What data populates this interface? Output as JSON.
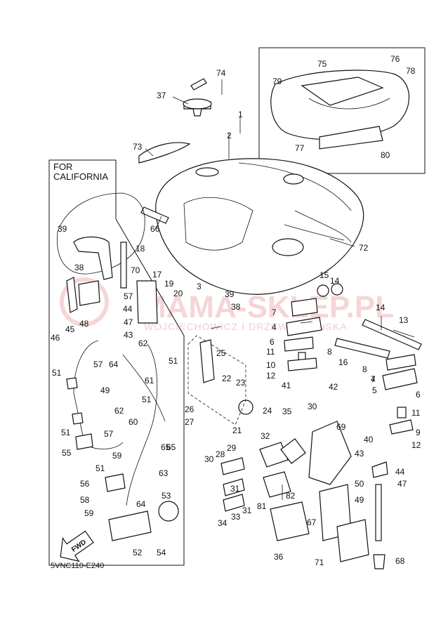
{
  "diagram": {
    "inset_title_line1": "FOR",
    "inset_title_line2": "CALIFORNIA",
    "drawing_code": "5VNC110-E240",
    "direction_label": "FWD",
    "watermark_main": "MAMA-SKLEP.PL",
    "watermark_sub": "WOJCIECHOWICZ I DRZEWOSZYNSKA",
    "callouts": [
      {
        "id": "c1",
        "text": "1"
      },
      {
        "id": "c2",
        "text": "2"
      },
      {
        "id": "c3",
        "text": "3"
      },
      {
        "id": "c4",
        "text": "4"
      },
      {
        "id": "c4b",
        "text": "4"
      },
      {
        "id": "c5",
        "text": "5"
      },
      {
        "id": "c6",
        "text": "6"
      },
      {
        "id": "c6b",
        "text": "6"
      },
      {
        "id": "c7",
        "text": "7"
      },
      {
        "id": "c7b",
        "text": "7"
      },
      {
        "id": "c8",
        "text": "8"
      },
      {
        "id": "c8b",
        "text": "8"
      },
      {
        "id": "c9",
        "text": "9"
      },
      {
        "id": "c10",
        "text": "10"
      },
      {
        "id": "c11",
        "text": "11"
      },
      {
        "id": "c11b",
        "text": "11"
      },
      {
        "id": "c12",
        "text": "12"
      },
      {
        "id": "c12b",
        "text": "12"
      },
      {
        "id": "c13",
        "text": "13"
      },
      {
        "id": "c14",
        "text": "14"
      },
      {
        "id": "c14b",
        "text": "14"
      },
      {
        "id": "c15",
        "text": "15"
      },
      {
        "id": "c16",
        "text": "16"
      },
      {
        "id": "c17",
        "text": "17"
      },
      {
        "id": "c18",
        "text": "18"
      },
      {
        "id": "c19",
        "text": "19"
      },
      {
        "id": "c20",
        "text": "20"
      },
      {
        "id": "c21",
        "text": "21"
      },
      {
        "id": "c22",
        "text": "22"
      },
      {
        "id": "c23",
        "text": "23"
      },
      {
        "id": "c24",
        "text": "24"
      },
      {
        "id": "c25",
        "text": "25"
      },
      {
        "id": "c26",
        "text": "26"
      },
      {
        "id": "c27",
        "text": "27"
      },
      {
        "id": "c28",
        "text": "28"
      },
      {
        "id": "c29",
        "text": "29"
      },
      {
        "id": "c30",
        "text": "30"
      },
      {
        "id": "c30b",
        "text": "30"
      },
      {
        "id": "c31",
        "text": "31"
      },
      {
        "id": "c31b",
        "text": "31"
      },
      {
        "id": "c32",
        "text": "32"
      },
      {
        "id": "c33",
        "text": "33"
      },
      {
        "id": "c34",
        "text": "34"
      },
      {
        "id": "c35",
        "text": "35"
      },
      {
        "id": "c36",
        "text": "36"
      },
      {
        "id": "c37",
        "text": "37"
      },
      {
        "id": "c38",
        "text": "38"
      },
      {
        "id": "c38b",
        "text": "38"
      },
      {
        "id": "c39",
        "text": "39"
      },
      {
        "id": "c39b",
        "text": "39"
      },
      {
        "id": "c40",
        "text": "40"
      },
      {
        "id": "c41",
        "text": "41"
      },
      {
        "id": "c42",
        "text": "42"
      },
      {
        "id": "c43",
        "text": "43"
      },
      {
        "id": "c43b",
        "text": "43"
      },
      {
        "id": "c44",
        "text": "44"
      },
      {
        "id": "c44b",
        "text": "44"
      },
      {
        "id": "c45",
        "text": "45"
      },
      {
        "id": "c46",
        "text": "46"
      },
      {
        "id": "c47",
        "text": "47"
      },
      {
        "id": "c47b",
        "text": "47"
      },
      {
        "id": "c48",
        "text": "48"
      },
      {
        "id": "c49",
        "text": "49"
      },
      {
        "id": "c49b",
        "text": "49"
      },
      {
        "id": "c50",
        "text": "50"
      },
      {
        "id": "c51",
        "text": "51"
      },
      {
        "id": "c51b",
        "text": "51"
      },
      {
        "id": "c51c",
        "text": "51"
      },
      {
        "id": "c51d",
        "text": "51"
      },
      {
        "id": "c51e",
        "text": "51"
      },
      {
        "id": "c52",
        "text": "52"
      },
      {
        "id": "c53",
        "text": "53"
      },
      {
        "id": "c54",
        "text": "54"
      },
      {
        "id": "c55",
        "text": "55"
      },
      {
        "id": "c56",
        "text": "56"
      },
      {
        "id": "c57",
        "text": "57"
      },
      {
        "id": "c57b",
        "text": "57"
      },
      {
        "id": "c57c",
        "text": "57"
      },
      {
        "id": "c58",
        "text": "58"
      },
      {
        "id": "c59",
        "text": "59"
      },
      {
        "id": "c59b",
        "text": "59"
      },
      {
        "id": "c60",
        "text": "60"
      },
      {
        "id": "c61",
        "text": "61"
      },
      {
        "id": "c62",
        "text": "62"
      },
      {
        "id": "c62b",
        "text": "62"
      },
      {
        "id": "c63",
        "text": "63"
      },
      {
        "id": "c64",
        "text": "64"
      },
      {
        "id": "c64b",
        "text": "64"
      },
      {
        "id": "c65",
        "text": "65"
      },
      {
        "id": "c65b",
        "text": "65"
      },
      {
        "id": "c66",
        "text": "66"
      },
      {
        "id": "c67",
        "text": "67"
      },
      {
        "id": "c68",
        "text": "68"
      },
      {
        "id": "c69",
        "text": "69"
      },
      {
        "id": "c70",
        "text": "70"
      },
      {
        "id": "c71",
        "text": "71"
      },
      {
        "id": "c72",
        "text": "72"
      },
      {
        "id": "c73",
        "text": "73"
      },
      {
        "id": "c74",
        "text": "74"
      },
      {
        "id": "c75",
        "text": "75"
      },
      {
        "id": "c76",
        "text": "76"
      },
      {
        "id": "c77",
        "text": "77"
      },
      {
        "id": "c78",
        "text": "78"
      },
      {
        "id": "c79",
        "text": "79"
      },
      {
        "id": "c80",
        "text": "80"
      },
      {
        "id": "c81",
        "text": "81"
      },
      {
        "id": "c82",
        "text": "82"
      }
    ]
  }
}
